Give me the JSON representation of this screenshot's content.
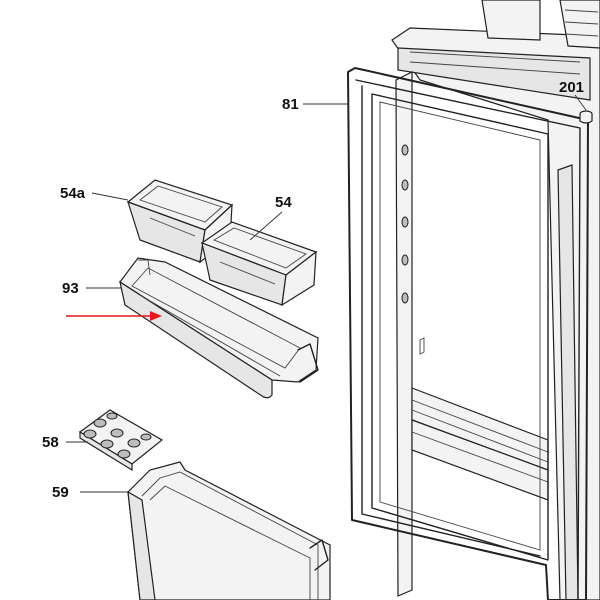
{
  "labels": {
    "door_gasket": "81",
    "door_plug": "201",
    "small_box": "54a",
    "box": "54",
    "shelf": "93",
    "egg_tray": "58",
    "bottle_shelf": "59"
  },
  "colors": {
    "line": "#222222",
    "arrow": "#e11b1b",
    "background": "#ffffff"
  }
}
